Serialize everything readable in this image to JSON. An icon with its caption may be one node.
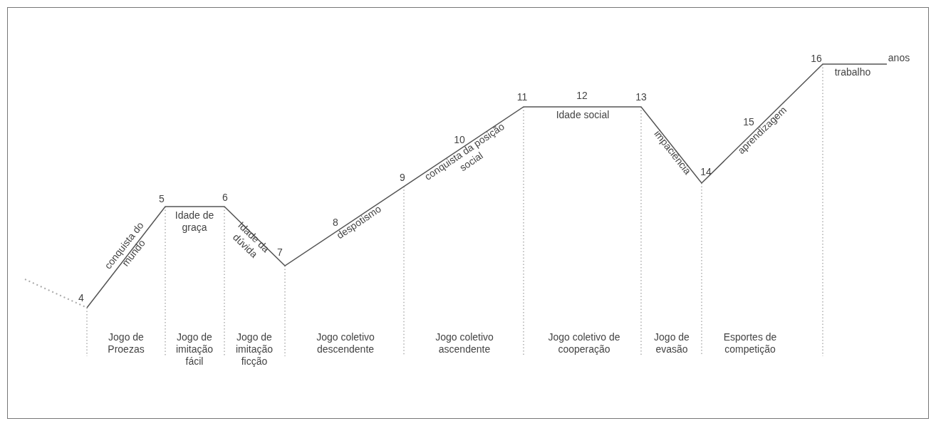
{
  "diagram": {
    "labels": [
      "4",
      "5",
      "6",
      "7",
      "8",
      "9",
      "10",
      "11",
      "12",
      "13",
      "14",
      "15",
      "16",
      "anos",
      "conquista do mundo",
      "Idade de graça",
      "Idade da dúvida",
      "despotismo",
      "conquista da posição social",
      "Idade social",
      "impaciência",
      "aprendizagem",
      "trabalho",
      "Jogo de Proezas",
      "Jogo de imitação fácil",
      "Jogo de imitação ficção",
      "Jogo coletivo descendente",
      "Jogo coletivo ascendente",
      "Jogo coletivo de cooperação",
      "Jogo de evasão",
      "Esportes de competição"
    ]
  }
}
